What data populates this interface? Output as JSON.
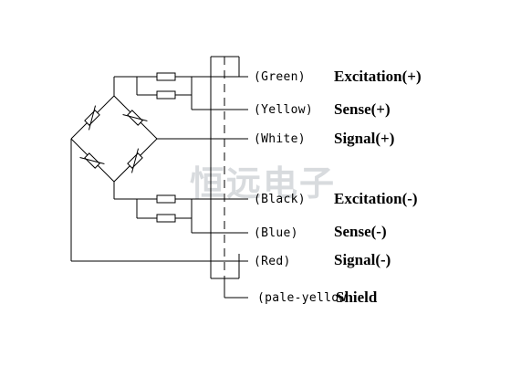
{
  "watermark": "恒远电子",
  "wires": [
    {
      "id": "green",
      "color_label": "(Green)",
      "signal_label": "Excitation(+)"
    },
    {
      "id": "yellow",
      "color_label": "(Yellow)",
      "signal_label": "Sense(+)"
    },
    {
      "id": "white",
      "color_label": "(White)",
      "signal_label": "Signal(+)"
    },
    {
      "id": "black",
      "color_label": "(Black)",
      "signal_label": "Excitation(-)"
    },
    {
      "id": "blue",
      "color_label": "(Blue)",
      "signal_label": "Sense(-)"
    },
    {
      "id": "red",
      "color_label": "(Red)",
      "signal_label": "Signal(-)"
    },
    {
      "id": "shield",
      "color_label": "(pale-yellow",
      "signal_label": "Shield"
    }
  ]
}
